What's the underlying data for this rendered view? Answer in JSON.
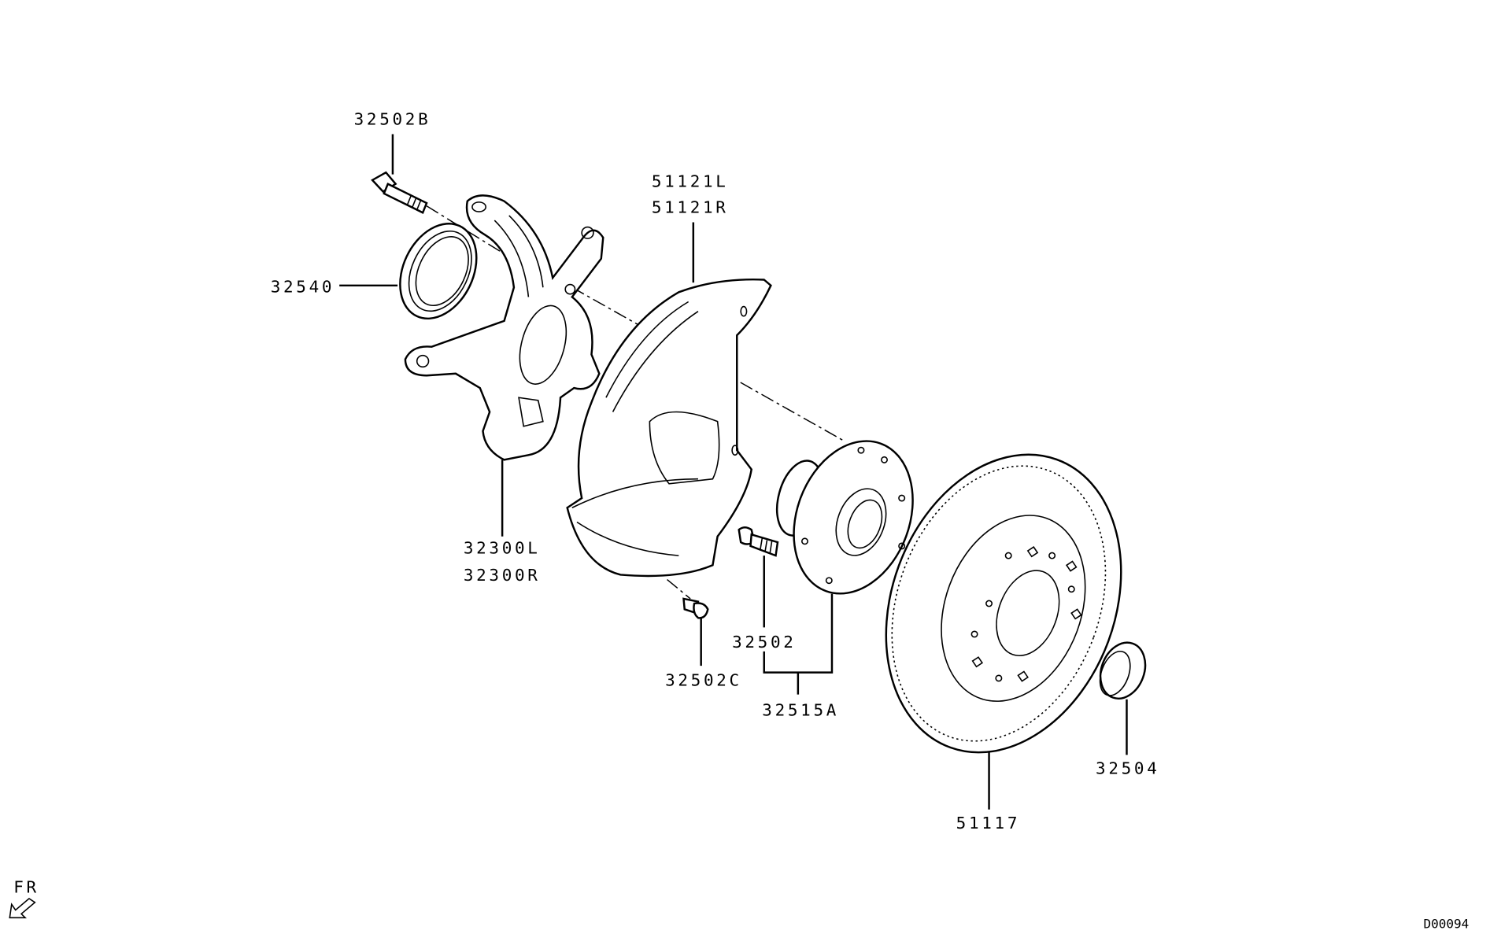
{
  "diagram": {
    "parts": {
      "bolt_upper": "32502B",
      "seal": "32540",
      "knuckle_left": "32300L",
      "knuckle_right": "32300R",
      "shield_left": "51121L",
      "shield_right": "51121R",
      "shield_bolt": "32502C",
      "hub_bolt": "32502",
      "hub_assembly": "32515A",
      "rotor": "51117",
      "cap": "32504"
    },
    "direction_label": "FR",
    "diagram_code": "D00094"
  }
}
